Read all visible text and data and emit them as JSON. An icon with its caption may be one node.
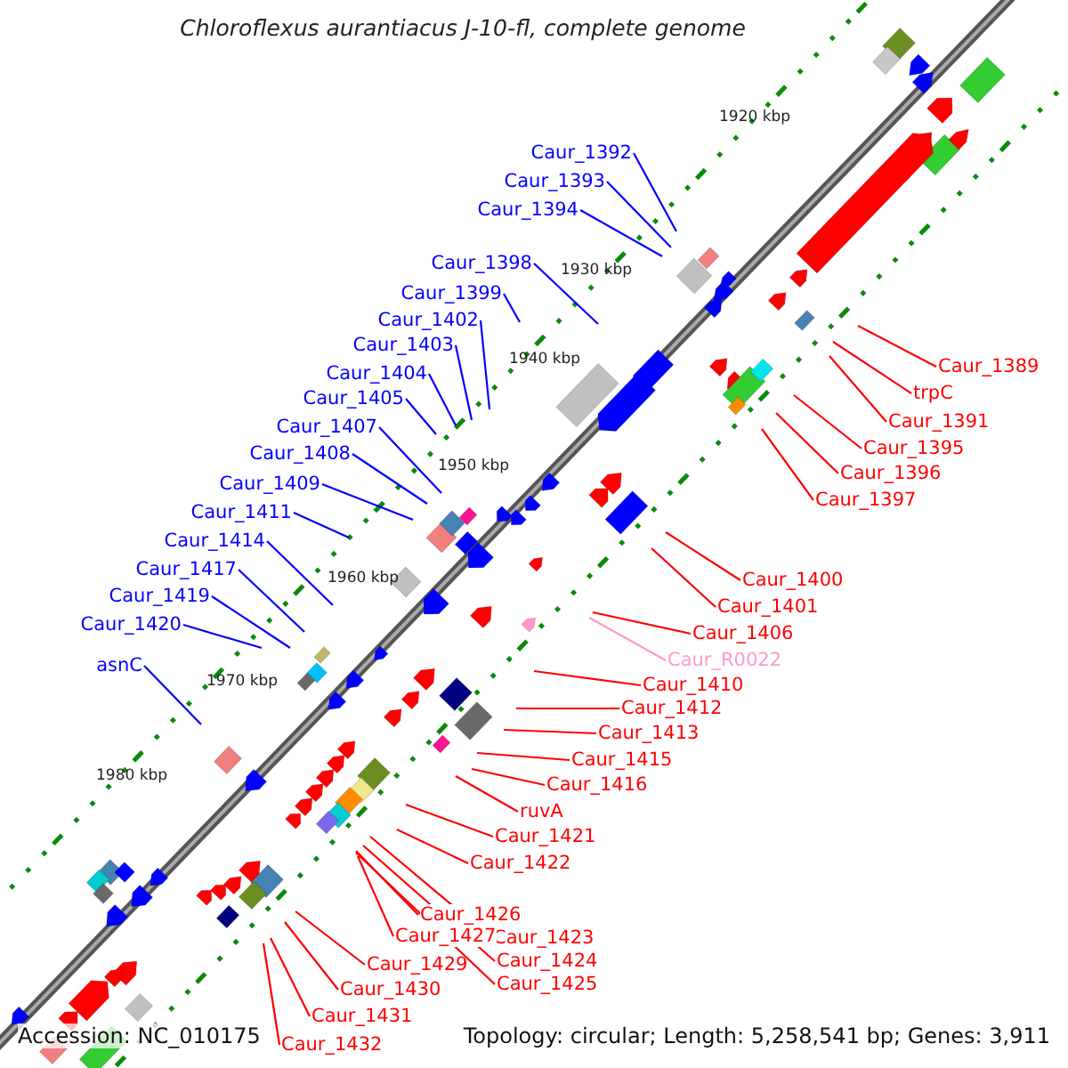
{
  "diagram": {
    "title": "Chloroflexus aurantiacus J-10-fl, complete genome",
    "nodes": [
      {
        "text": [
          "Caur_1392"
        ]
      },
      {
        "text": [
          "Caur_1393"
        ]
      },
      {
        "text": [
          "Caur_1394"
        ]
      },
      {
        "text": [
          "Caur_1398"
        ]
      },
      {
        "text": [
          "Caur_1399"
        ]
      },
      {
        "text": [
          "Caur_1402"
        ]
      },
      {
        "text": [
          "Caur_1403"
        ]
      },
      {
        "text": [
          "Caur_1404"
        ]
      },
      {
        "text": [
          "Caur_1405"
        ]
      },
      {
        "text": [
          "Caur_1407"
        ]
      },
      {
        "text": [
          "Caur_1408"
        ]
      },
      {
        "text": [
          "Caur_1409"
        ]
      },
      {
        "text": [
          "Caur_1411"
        ]
      },
      {
        "text": [
          "Caur_1414"
        ]
      },
      {
        "text": [
          "Caur_1417"
        ]
      },
      {
        "text": [
          "Caur_1419"
        ]
      },
      {
        "text": [
          "Caur_1420"
        ]
      },
      {
        "text": [
          "asnC"
        ]
      },
      {
        "text": [
          "Caur_1389"
        ]
      },
      {
        "text": [
          "trpC"
        ]
      },
      {
        "text": [
          "Caur_1391"
        ]
      },
      {
        "text": [
          "Caur_1395"
        ]
      },
      {
        "text": [
          "Caur_1396"
        ]
      },
      {
        "text": [
          "Caur_1397"
        ]
      },
      {
        "text": [
          "Caur_1400"
        ]
      },
      {
        "text": [
          "Caur_1401"
        ]
      },
      {
        "text": [
          "Caur_1406"
        ]
      },
      {
        "text": [
          "Caur_R0022"
        ]
      },
      {
        "text": [
          "Caur_1410"
        ]
      },
      {
        "text": [
          "Caur_1412"
        ]
      },
      {
        "text": [
          "Caur_1413"
        ]
      },
      {
        "text": [
          "Caur_1415"
        ]
      },
      {
        "text": [
          "Caur_1416"
        ]
      },
      {
        "text": [
          "ruvA"
        ]
      },
      {
        "text": [
          "Caur_1421"
        ]
      },
      {
        "text": [
          "Caur_1422"
        ]
      },
      {
        "text": [
          "Caur_1426"
        ]
      },
      {
        "text": [
          "Caur_1423"
        ]
      },
      {
        "text": [
          "Caur_1427"
        ]
      },
      {
        "text": [
          "Caur_1424"
        ]
      },
      {
        "text": [
          "Caur_1425"
        ]
      },
      {
        "text": [
          "Caur_1429"
        ]
      },
      {
        "text": [
          "Caur_1430"
        ]
      },
      {
        "text": [
          "Caur_1431"
        ]
      },
      {
        "text": [
          "Caur_1432"
        ]
      }
    ],
    "edges": [
      {
        "from": 0,
        "to": null,
        "arrow": "none",
        "color": "#0000ff"
      },
      {
        "from": 1,
        "to": null,
        "arrow": "none",
        "color": "#0000ff"
      },
      {
        "from": 2,
        "to": null,
        "arrow": "none",
        "color": "#0000ff"
      },
      {
        "from": 3,
        "to": null,
        "arrow": "none",
        "color": "#0000ff"
      },
      {
        "from": 4,
        "to": null,
        "arrow": "none",
        "color": "#0000ff"
      },
      {
        "from": 5,
        "to": null,
        "arrow": "none",
        "color": "#0000ff"
      },
      {
        "from": 6,
        "to": null,
        "arrow": "none",
        "color": "#0000ff"
      },
      {
        "from": 7,
        "to": null,
        "arrow": "none",
        "color": "#0000ff"
      },
      {
        "from": 8,
        "to": null,
        "arrow": "none",
        "color": "#0000ff"
      },
      {
        "from": 9,
        "to": null,
        "arrow": "none",
        "color": "#0000ff"
      },
      {
        "from": 10,
        "to": null,
        "arrow": "none",
        "color": "#0000ff"
      },
      {
        "from": 11,
        "to": null,
        "arrow": "none",
        "color": "#0000ff"
      },
      {
        "from": 12,
        "to": null,
        "arrow": "none",
        "color": "#0000ff"
      },
      {
        "from": 13,
        "to": null,
        "arrow": "none",
        "color": "#0000ff"
      },
      {
        "from": 14,
        "to": null,
        "arrow": "none",
        "color": "#0000ff"
      },
      {
        "from": 15,
        "to": null,
        "arrow": "none",
        "color": "#0000ff"
      },
      {
        "from": 16,
        "to": null,
        "arrow": "none",
        "color": "#0000ff"
      },
      {
        "from": 17,
        "to": null,
        "arrow": "none",
        "color": "#0000ff"
      },
      {
        "from": 18,
        "to": null,
        "arrow": "none"
      },
      {
        "from": 19,
        "to": null,
        "arrow": "none"
      },
      {
        "from": 20,
        "to": null,
        "arrow": "none"
      },
      {
        "from": 21,
        "to": null,
        "arrow": "none"
      },
      {
        "from": 22,
        "to": null,
        "arrow": "none"
      },
      {
        "from": 23,
        "to": null,
        "arrow": "none"
      },
      {
        "from": 24,
        "to": null,
        "arrow": "none"
      },
      {
        "from": 25,
        "to": null,
        "arrow": "none"
      },
      {
        "from": 26,
        "to": null,
        "arrow": "none"
      },
      {
        "from": 27,
        "to": null,
        "arrow": "none",
        "color": "#ff99cc"
      },
      {
        "from": 28,
        "to": null,
        "arrow": "none"
      },
      {
        "from": 29,
        "to": null,
        "arrow": "none"
      },
      {
        "from": 30,
        "to": null,
        "arrow": "none"
      },
      {
        "from": 31,
        "to": null,
        "arrow": "none"
      },
      {
        "from": 32,
        "to": null,
        "arrow": "none"
      },
      {
        "from": 33,
        "to": null,
        "arrow": "none"
      },
      {
        "from": 34,
        "to": null,
        "arrow": "none"
      },
      {
        "from": 35,
        "to": null,
        "arrow": "none"
      },
      {
        "from": 36,
        "to": null,
        "arrow": "none"
      },
      {
        "from": 37,
        "to": null,
        "arrow": "none"
      },
      {
        "from": 38,
        "to": null,
        "arrow": "none"
      },
      {
        "from": 39,
        "to": null,
        "arrow": "none"
      },
      {
        "from": 40,
        "to": null,
        "arrow": "none"
      },
      {
        "from": 41,
        "to": null,
        "arrow": "none"
      },
      {
        "from": 42,
        "to": null,
        "arrow": "none"
      },
      {
        "from": 43,
        "to": null,
        "arrow": "none"
      },
      {
        "from": 44,
        "to": null,
        "arrow": "none"
      }
    ],
    "labels": [
      "1920 kbp",
      "1930 kbp",
      "1940 kbp",
      "1950 kbp",
      "1960 kbp",
      "1970 kbp",
      "1980 kbp",
      "Accession: NC_010175",
      "Topology: circular; Length: 5,258,541 bp; Genes: 3,911"
    ]
  }
}
